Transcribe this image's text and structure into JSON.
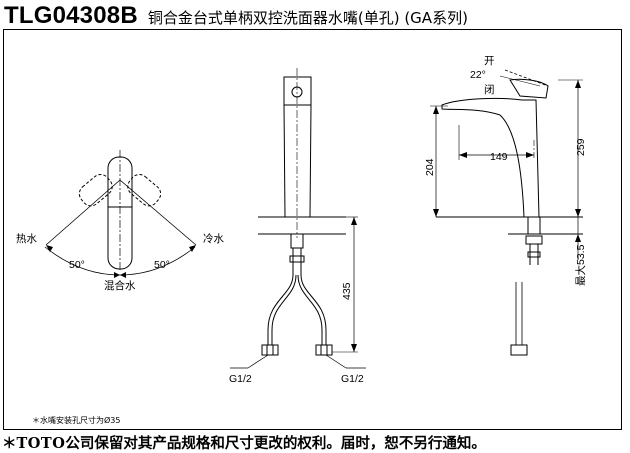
{
  "header": {
    "model": "TLG04308B",
    "product_name": "铜合金台式单柄双控洗面器水嘴(单孔) (GA系列)"
  },
  "top_view": {
    "hot_label": "热水",
    "cold_label": "冷水",
    "mixed_label": "混合水",
    "left_angle": "50°",
    "right_angle": "50°"
  },
  "front_view": {
    "height_dim": "435",
    "inlet_left": "G1/2",
    "inlet_right": "G1/2"
  },
  "side_view": {
    "open_label": "开",
    "closed_label": "闭",
    "handle_angle": "22°",
    "reach_dim": "149",
    "spout_height_dim": "204",
    "total_height_dim": "259",
    "deck_thickness": "最大53.5"
  },
  "note": "＊水嘴安装孔尺寸为Ø35",
  "footer": {
    "star": "＊",
    "brand": "TOTO",
    "text": "公司保留对其产品规格和尺寸更改的权利。届时，恕不另行通知。"
  }
}
